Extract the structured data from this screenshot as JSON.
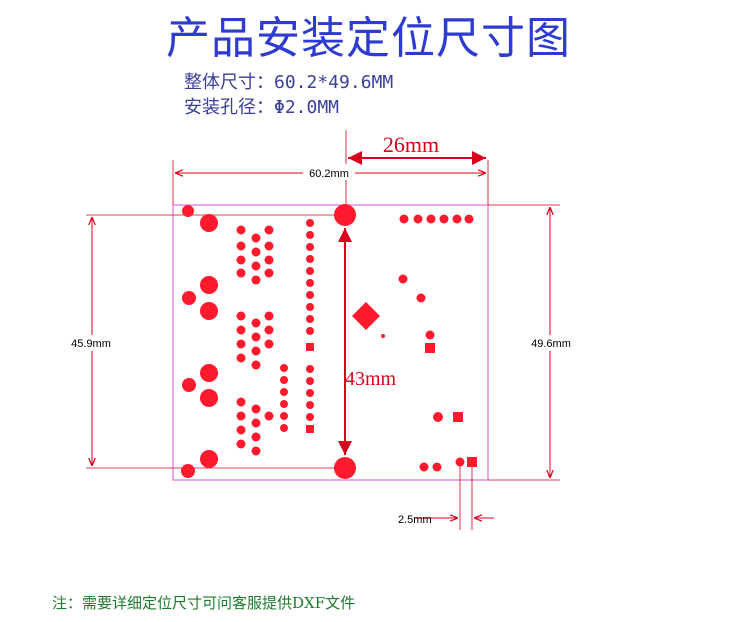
{
  "title": "产品安装定位尺寸图",
  "specs": {
    "overall_label": "整体尺寸：60.2*49.6MM",
    "hole_label": "安装孔径：Φ2.0MM"
  },
  "dimensions": {
    "width_top": "60.2mm",
    "offset_top": "26mm",
    "height_left": "45.9mm",
    "height_right": "49.6mm",
    "hole_spacing_vertical": "43mm",
    "bottom_small": "2.5mm"
  },
  "note": "注：需要详细定位尺寸可问客服提供DXF文件",
  "colors": {
    "title": "#2e3bd0",
    "pad": "#ff1a2e",
    "outline": "#e070e0",
    "dimension_line": "#d9001b",
    "note": "#1f7a2e"
  }
}
